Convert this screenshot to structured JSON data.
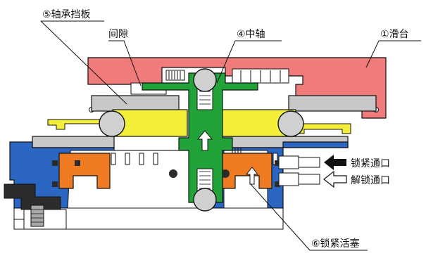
{
  "labels": {
    "bearing_plate": "⑤轴承挡板",
    "gap": "间隙",
    "center_shaft": "④中轴",
    "slide_table": "①滑台",
    "lock_port": "锁紧通口",
    "unlock_port": "解锁通口",
    "lock_piston": "⑥锁紧活塞"
  },
  "colors": {
    "slide_table": "#ef7b7b",
    "center_shaft": "#22a33a",
    "yellow_part": "#f4f03a",
    "base_body": "#2a66c2",
    "piston": "#ee7a22",
    "steel": "#c8c8c8",
    "outline": "#111111"
  }
}
